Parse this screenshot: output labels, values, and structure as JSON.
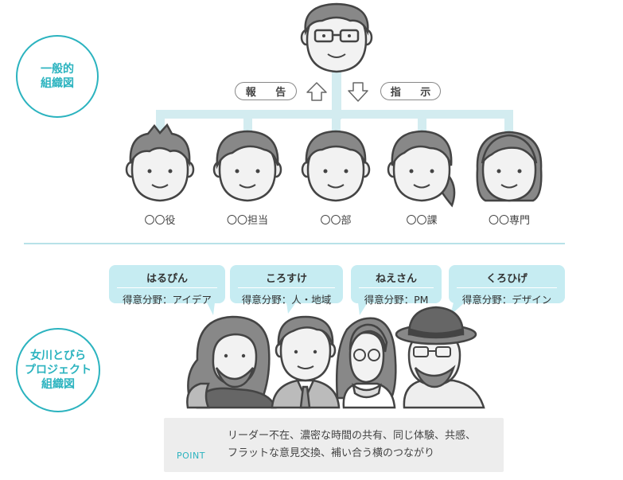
{
  "general": {
    "label_line1": "一般的",
    "label_line2": "組織図",
    "report_label": "報 告",
    "instruct_label": "指 示",
    "roles": [
      "〇〇役",
      "〇〇担当",
      "〇〇部",
      "〇〇課",
      "〇〇専門"
    ]
  },
  "project": {
    "label_line1": "女川とびら",
    "label_line2": "プロジェクト",
    "label_line3": "組織図",
    "members": [
      {
        "name": "はるぴん",
        "field": "得意分野：アイデア"
      },
      {
        "name": "ころすけ",
        "field": "得意分野：人・地域"
      },
      {
        "name": "ねえさん",
        "field": "得意分野：PM"
      },
      {
        "name": "くろひげ",
        "field": "得意分野：デザイン"
      }
    ]
  },
  "point": {
    "label": "POINT",
    "line1": "リーダー不在、濃密な時間の共有、同じ体験、共感、",
    "line2": "フラットな意見交換、補い合う横のつながり"
  },
  "colors": {
    "accent": "#2bb3bf",
    "bubble": "#c6ecf2",
    "tree": "#cbe9ee"
  }
}
